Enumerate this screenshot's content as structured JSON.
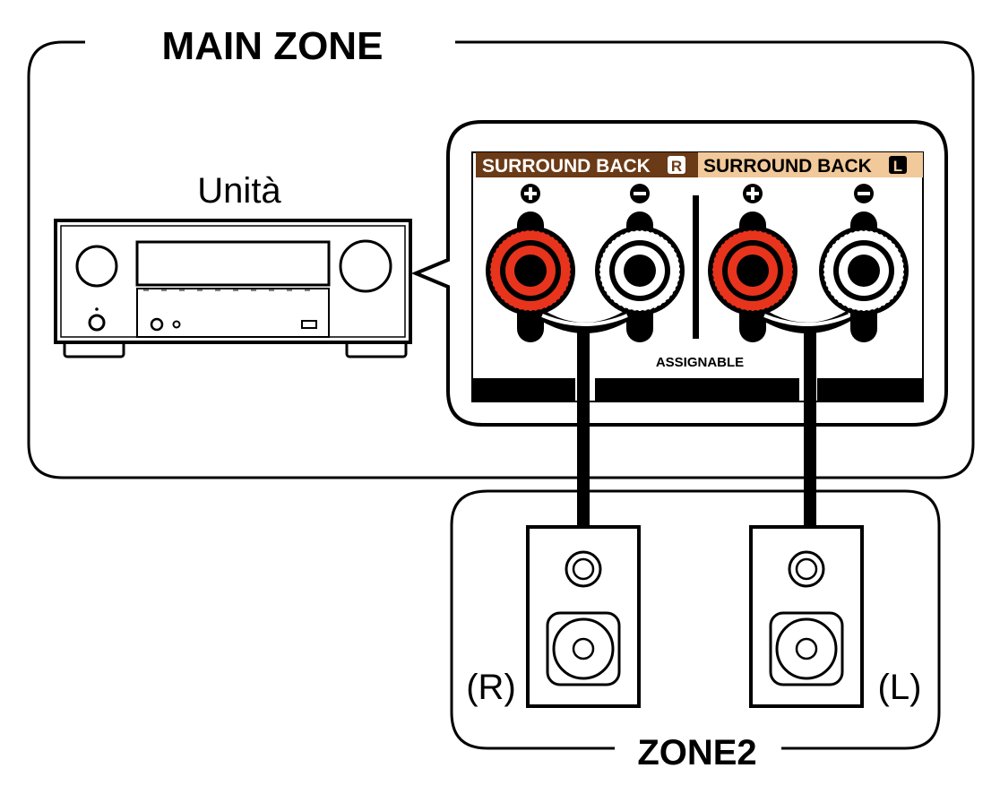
{
  "main_zone": {
    "title": "MAIN ZONE"
  },
  "unit": {
    "label": "Unità"
  },
  "terminal_panel": {
    "header_right_channel": "SURROUND BACK",
    "header_right_badge": "R",
    "header_left_channel": "SURROUND BACK",
    "header_left_badge": "L",
    "assignable_label": "ASSIGNABLE",
    "colors": {
      "right_header": "#6b3a16",
      "left_header": "#f2c99a",
      "positive_post": "#e8341c"
    }
  },
  "zone2": {
    "title": "ZONE2",
    "speaker_right_label": "(R)",
    "speaker_left_label": "(L)"
  }
}
